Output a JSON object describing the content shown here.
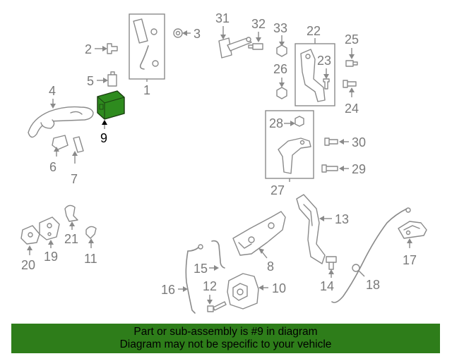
{
  "callouts": [
    {
      "id": "1",
      "text": "1"
    },
    {
      "id": "2",
      "text": "2"
    },
    {
      "id": "3",
      "text": "3"
    },
    {
      "id": "4",
      "text": "4"
    },
    {
      "id": "5",
      "text": "5"
    },
    {
      "id": "6",
      "text": "6"
    },
    {
      "id": "7",
      "text": "7"
    },
    {
      "id": "8",
      "text": "8"
    },
    {
      "id": "9",
      "text": "9"
    },
    {
      "id": "10",
      "text": "10"
    },
    {
      "id": "11",
      "text": "11"
    },
    {
      "id": "12",
      "text": "12"
    },
    {
      "id": "13",
      "text": "13"
    },
    {
      "id": "14",
      "text": "14"
    },
    {
      "id": "15",
      "text": "15"
    },
    {
      "id": "16",
      "text": "16"
    },
    {
      "id": "17",
      "text": "17"
    },
    {
      "id": "18",
      "text": "18"
    },
    {
      "id": "19",
      "text": "19"
    },
    {
      "id": "20",
      "text": "20"
    },
    {
      "id": "21",
      "text": "21"
    },
    {
      "id": "22",
      "text": "22"
    },
    {
      "id": "23",
      "text": "23"
    },
    {
      "id": "24",
      "text": "24"
    },
    {
      "id": "25",
      "text": "25"
    },
    {
      "id": "26",
      "text": "26"
    },
    {
      "id": "27",
      "text": "27"
    },
    {
      "id": "28",
      "text": "28"
    },
    {
      "id": "29",
      "text": "29"
    },
    {
      "id": "30",
      "text": "30"
    },
    {
      "id": "31",
      "text": "31"
    },
    {
      "id": "32",
      "text": "32"
    },
    {
      "id": "33",
      "text": "33"
    }
  ],
  "highlighted_part": "9",
  "colors": {
    "highlight_fill": "#2e8b1e",
    "banner_bg": "#2e7d1a",
    "line_gray": "#8a8a8a",
    "label_gray": "#7a7a7a"
  },
  "banner": {
    "line1": "Part or sub-assembly is #9 in diagram",
    "line2": "Diagram may not be specific to your vehicle"
  }
}
